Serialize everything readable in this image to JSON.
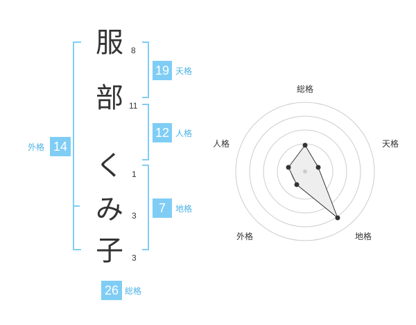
{
  "name_chars": [
    {
      "char": "服",
      "strokes": "8"
    },
    {
      "char": "部",
      "strokes": "11"
    },
    {
      "char": "く",
      "strokes": "1"
    },
    {
      "char": "み",
      "strokes": "3"
    },
    {
      "char": "子",
      "strokes": "3"
    }
  ],
  "kakusu": {
    "tenkaku": {
      "value": "19",
      "label": "天格"
    },
    "jinkaku": {
      "value": "12",
      "label": "人格"
    },
    "chikaku": {
      "value": "7",
      "label": "地格"
    },
    "gaikaku": {
      "value": "14",
      "label": "外格"
    },
    "soukaku": {
      "value": "26",
      "label": "総格"
    }
  },
  "radar": {
    "labels": {
      "top": "総格",
      "right_top": "天格",
      "right_bottom": "地格",
      "left_bottom": "外格",
      "left_top": "人格"
    },
    "colors": {
      "bracket": "#7fcdf5",
      "badge": "#7fcdf5",
      "grid": "#cccccc",
      "fill": "#eeeeee",
      "line": "#333333"
    }
  }
}
